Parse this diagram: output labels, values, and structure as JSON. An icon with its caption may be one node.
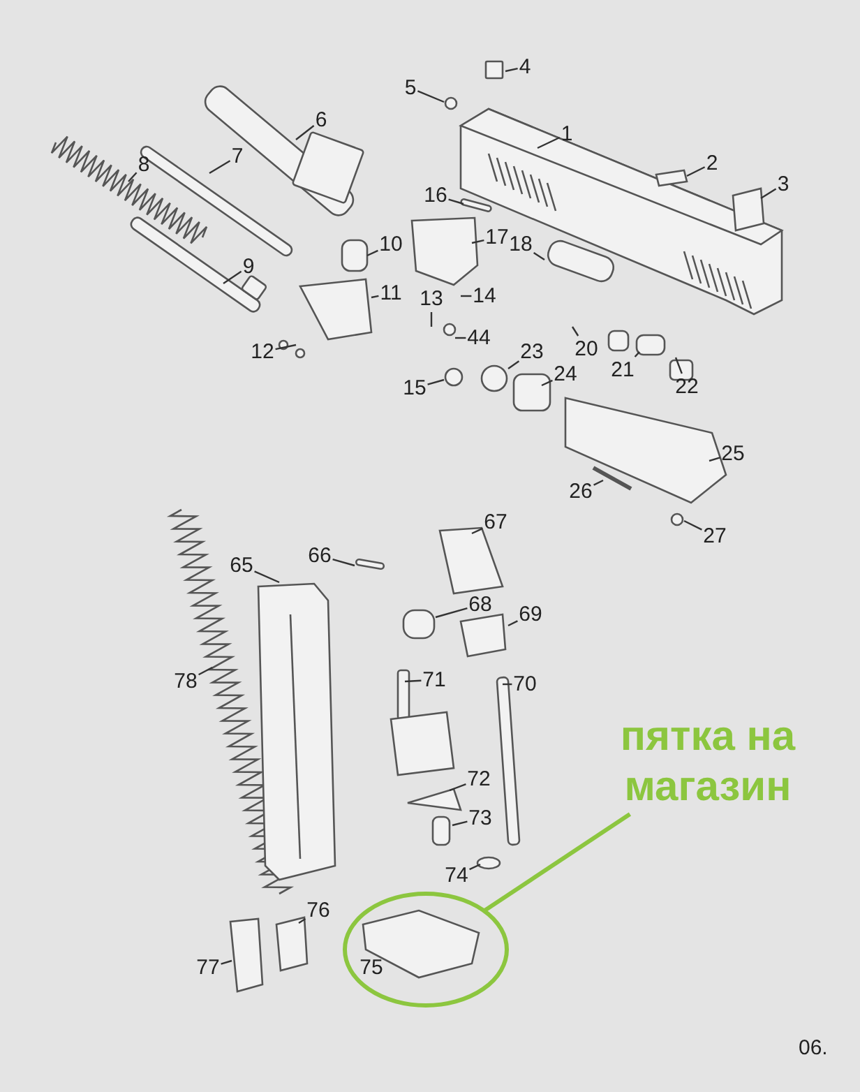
{
  "diagram": {
    "nodes": [
      {
        "text": [
          "4"
        ]
      },
      {
        "text": [
          "5"
        ]
      },
      {
        "text": [
          "6"
        ]
      },
      {
        "text": [
          "1"
        ]
      },
      {
        "text": [
          "7"
        ]
      },
      {
        "text": [
          "8"
        ]
      },
      {
        "text": [
          "2"
        ]
      },
      {
        "text": [
          "16"
        ]
      },
      {
        "text": [
          "3"
        ]
      },
      {
        "text": [
          "10"
        ]
      },
      {
        "text": [
          "17"
        ]
      },
      {
        "text": [
          "18"
        ]
      },
      {
        "text": [
          "9"
        ]
      },
      {
        "text": [
          "11"
        ]
      },
      {
        "text": [
          "13"
        ]
      },
      {
        "text": [
          "14"
        ]
      },
      {
        "text": [
          "44"
        ]
      },
      {
        "text": [
          "12"
        ]
      },
      {
        "text": [
          "20"
        ]
      },
      {
        "text": [
          "23"
        ]
      },
      {
        "text": [
          "21"
        ]
      },
      {
        "text": [
          "24"
        ]
      },
      {
        "text": [
          "15"
        ]
      },
      {
        "text": [
          "22"
        ]
      },
      {
        "text": [
          "25"
        ]
      },
      {
        "text": [
          "26"
        ]
      },
      {
        "text": [
          "27"
        ]
      },
      {
        "text": [
          "67"
        ]
      },
      {
        "text": [
          "66"
        ]
      },
      {
        "text": [
          "65"
        ]
      },
      {
        "text": [
          "68"
        ]
      },
      {
        "text": [
          "69"
        ]
      },
      {
        "text": [
          "78"
        ]
      },
      {
        "text": [
          "71"
        ]
      },
      {
        "text": [
          "70"
        ]
      },
      {
        "text": [
          "72"
        ]
      },
      {
        "text": [
          "73"
        ]
      },
      {
        "text": [
          "74"
        ]
      },
      {
        "text": [
          "76"
        ]
      },
      {
        "text": [],
        "shape": "ellipse"
      },
      {
        "text": [
          "75"
        ],
        "in": 39
      },
      {
        "text": [
          "77"
        ]
      },
      {
        "text": [
          "пятка на магазин"
        ]
      }
    ],
    "edges": [
      {
        "from": 0,
        "to": null,
        "arrow": "none"
      },
      {
        "from": 1,
        "to": null,
        "arrow": "none"
      },
      {
        "from": 2,
        "to": null,
        "arrow": "none"
      },
      {
        "from": 3,
        "to": null,
        "arrow": "none"
      },
      {
        "from": 4,
        "to": null,
        "arrow": "none"
      },
      {
        "from": 5,
        "to": null,
        "arrow": "none"
      },
      {
        "from": 6,
        "to": null,
        "arrow": "none"
      },
      {
        "from": 7,
        "to": null,
        "arrow": "none"
      },
      {
        "from": 8,
        "to": null,
        "arrow": "none"
      },
      {
        "from": 9,
        "to": null,
        "arrow": "none"
      },
      {
        "from": 10,
        "to": null,
        "arrow": "none"
      },
      {
        "from": 11,
        "to": null,
        "arrow": "none"
      },
      {
        "from": 12,
        "to": null,
        "arrow": "none"
      },
      {
        "from": 13,
        "to": null,
        "arrow": "none"
      },
      {
        "from": 14,
        "to": null,
        "arrow": "none"
      },
      {
        "from": 15,
        "to": null,
        "arrow": "none"
      },
      {
        "from": 16,
        "to": null,
        "arrow": "none"
      },
      {
        "from": 17,
        "to": null,
        "arrow": "none"
      },
      {
        "from": 18,
        "to": null,
        "arrow": "none"
      },
      {
        "from": 19,
        "to": null,
        "arrow": "none"
      },
      {
        "from": 20,
        "to": null,
        "arrow": "none"
      },
      {
        "from": 21,
        "to": null,
        "arrow": "none"
      },
      {
        "from": 22,
        "to": null,
        "arrow": "none"
      },
      {
        "from": 23,
        "to": null,
        "arrow": "none"
      },
      {
        "from": 24,
        "to": null,
        "arrow": "none"
      },
      {
        "from": 25,
        "to": null,
        "arrow": "none"
      },
      {
        "from": 26,
        "to": null,
        "arrow": "none"
      },
      {
        "from": 27,
        "to": null,
        "arrow": "none"
      },
      {
        "from": 28,
        "to": null,
        "arrow": "none"
      },
      {
        "from": 29,
        "to": null,
        "arrow": "none"
      },
      {
        "from": 30,
        "to": null,
        "arrow": "none"
      },
      {
        "from": 31,
        "to": null,
        "arrow": "none"
      },
      {
        "from": 32,
        "to": null,
        "arrow": "none"
      },
      {
        "from": 33,
        "to": null,
        "arrow": "none"
      },
      {
        "from": 34,
        "to": null,
        "arrow": "none"
      },
      {
        "from": 35,
        "to": null,
        "arrow": "none"
      },
      {
        "from": 36,
        "to": null,
        "arrow": "none"
      },
      {
        "from": 37,
        "to": null,
        "arrow": "none"
      },
      {
        "from": 38,
        "to": null,
        "arrow": "none"
      },
      {
        "from": 41,
        "to": null,
        "arrow": "none"
      },
      {
        "from": 42,
        "to": 39,
        "arrow": "none",
        "style": "thick",
        "color": "#8cc63f"
      }
    ],
    "labels": [
      "06."
    ]
  }
}
